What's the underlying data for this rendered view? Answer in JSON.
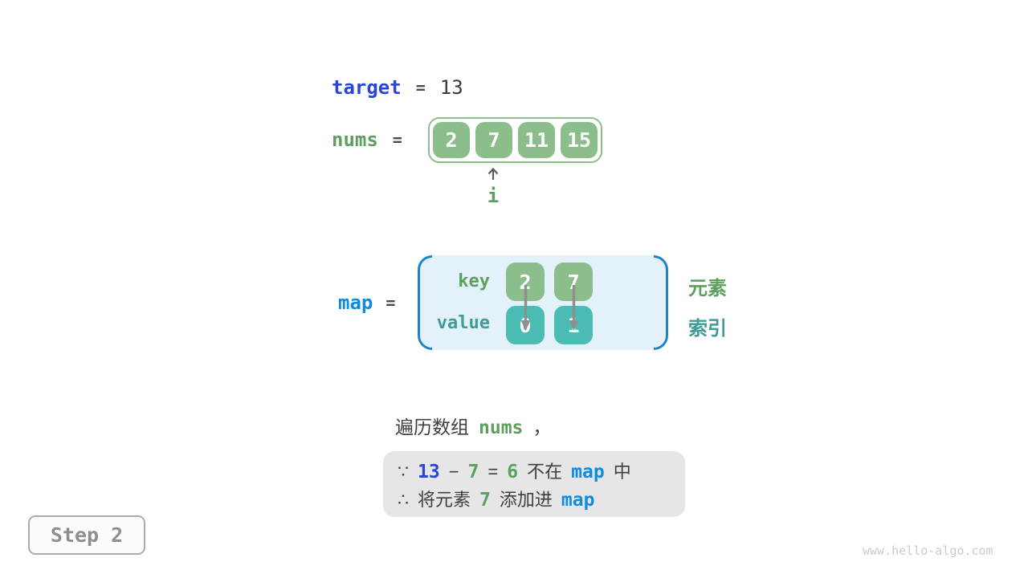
{
  "colors": {
    "array_green": "#8CBE8C",
    "value_teal": "#4ABCB4",
    "green_text": "#5C9F5E",
    "teal_text": "#3D9D96",
    "target_indigo": "#2946D8",
    "map_blue": "#0E8CE2",
    "dark_text": "#3F3F3F",
    "bracket_blue": "#2083C9",
    "map_fill": "#E3F1FA",
    "note_bg": "#E6E6E6",
    "arrow_gray": "#8F8F8F"
  },
  "target_row": {
    "label": "target",
    "eq": "=",
    "value": "13"
  },
  "nums_row": {
    "label": "nums",
    "eq": "=",
    "cells": [
      "2",
      "7",
      "11",
      "15"
    ],
    "pointer": "i"
  },
  "map_row": {
    "label": "map",
    "eq": "=",
    "key_label": "key",
    "value_label": "value",
    "keys": [
      "2",
      "7"
    ],
    "values": [
      "0",
      "1"
    ],
    "legend_top": "元素",
    "legend_bottom": "索引"
  },
  "caption": {
    "text": "遍历数组",
    "code": "nums",
    "comma": "，"
  },
  "note": {
    "line1": [
      {
        "t": "∵"
      },
      {
        "t": "13"
      },
      {
        "t": "−"
      },
      {
        "t": "7"
      },
      {
        "t": "="
      },
      {
        "t": "6"
      },
      {
        "t": "不在"
      },
      {
        "t": "map"
      },
      {
        "t": "中"
      }
    ],
    "line2": [
      {
        "t": "∴"
      },
      {
        "t": "将元素"
      },
      {
        "t": "7"
      },
      {
        "t": "添加进"
      },
      {
        "t": "map"
      }
    ]
  },
  "step_badge": "Step 2",
  "watermark": "www.hello-algo.com"
}
